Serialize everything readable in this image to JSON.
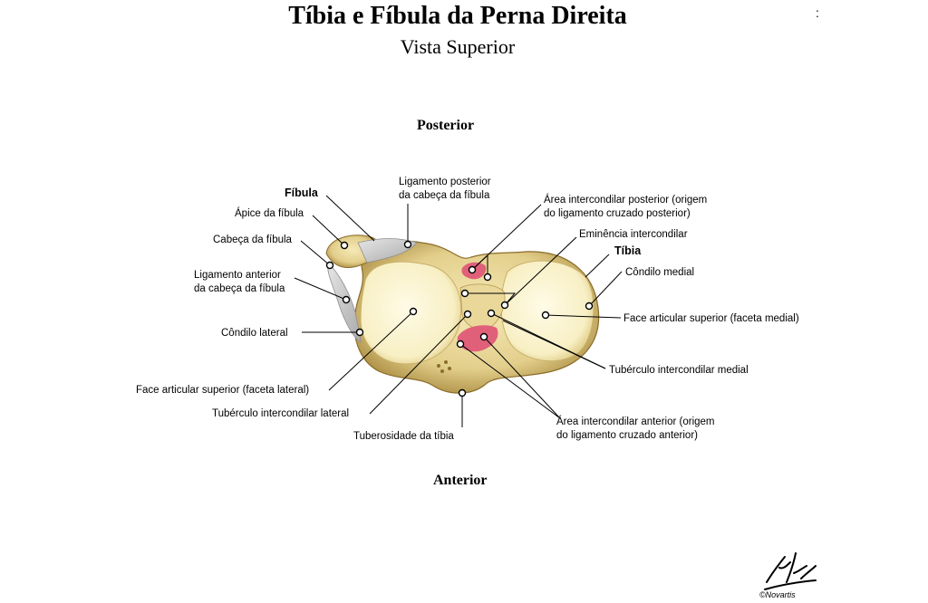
{
  "header": {
    "title": "Tíbia e Fíbula da Perna Direita",
    "subtitle": "Vista Superior",
    "corner_mark": ":"
  },
  "orientation": {
    "posterior": "Posterior",
    "anterior": "Anterior"
  },
  "labels": {
    "fibula": "Fíbula",
    "apice_fibula": "Ápice da fíbula",
    "cabeca_fibula": "Cabeça da fíbula",
    "lig_anterior_l1": "Ligamento anterior",
    "lig_anterior_l2": "da cabeça da fíbula",
    "condilo_lateral": "Côndilo lateral",
    "face_articular_lateral": "Face articular superior (faceta lateral)",
    "tuberculo_lateral": "Tubérculo intercondilar lateral",
    "tuberosidade_tibia": "Tuberosidade da tíbia",
    "lig_posterior_l1": "Ligamento posterior",
    "lig_posterior_l2": "da cabeça da fíbula",
    "area_posterior_l1": "Área intercondilar posterior (origem",
    "area_posterior_l2": "do ligamento cruzado posterior)",
    "eminencia": "Eminência intercondilar",
    "tibia": "Tíbia",
    "condilo_medial": "Côndilo medial",
    "face_articular_medial": "Face articular superior (faceta medial)",
    "tuberculo_medial": "Tubérculo intercondilar medial",
    "area_anterior_l1": "Área intercondilar anterior (origem",
    "area_anterior_l2": "do ligamento cruzado anterior)"
  },
  "signature": {
    "copyright": "©Novartis"
  },
  "colors": {
    "bone": "#e8d79a",
    "bone_shadow": "#a8893a",
    "articular": "#fbf3cf",
    "ligament": "#c9c9c9",
    "ligament_insertion": "#e0607a"
  }
}
